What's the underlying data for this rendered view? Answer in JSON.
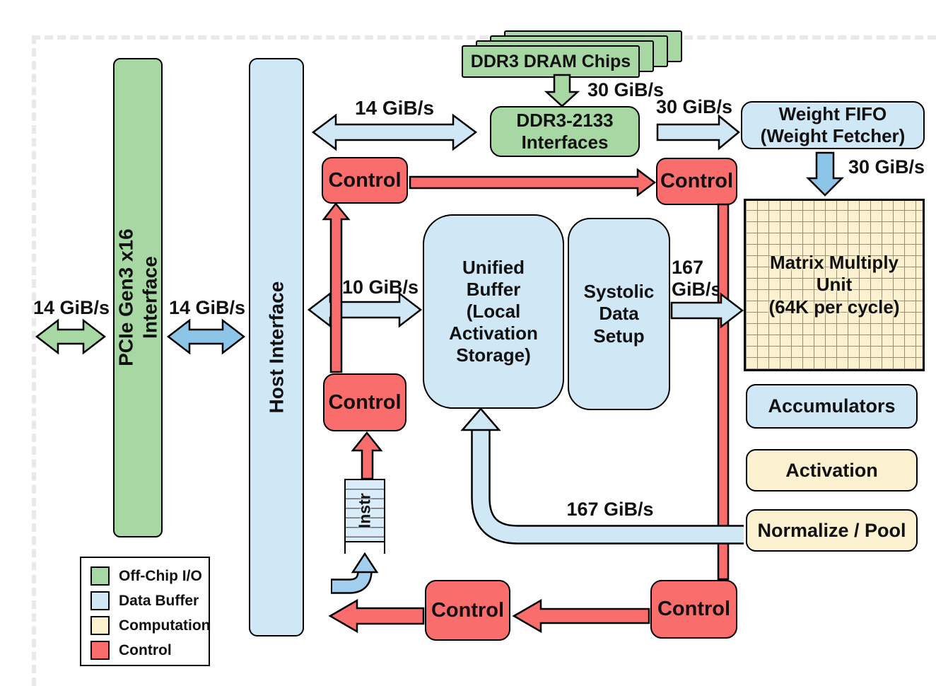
{
  "nodes": {
    "pcie": {
      "lines": [
        "PCIe Gen3 x16",
        "Interface"
      ]
    },
    "host": {
      "label": "Host Interface"
    },
    "ddr3_chips": {
      "label": "DDR3 DRAM Chips"
    },
    "ddr3_interfaces": {
      "lines": [
        "DDR3-2133",
        "Interfaces"
      ]
    },
    "weight_fifo": {
      "lines": [
        "Weight FIFO",
        "(Weight Fetcher)"
      ]
    },
    "matrix_multiply": {
      "lines": [
        "Matrix Multiply",
        "Unit",
        "(64K per cycle)"
      ]
    },
    "unified_buffer": {
      "lines": [
        "Unified",
        "Buffer",
        "(Local",
        "Activation",
        "Storage)"
      ]
    },
    "systolic": {
      "lines": [
        "Systolic",
        "Data",
        "Setup"
      ]
    },
    "accumulators": {
      "label": "Accumulators"
    },
    "activation": {
      "label": "Activation"
    },
    "normalize_pool": {
      "label": "Normalize / Pool"
    },
    "instr": {
      "label": "Instr"
    },
    "control": {
      "label": "Control"
    }
  },
  "bandwidths": {
    "pcie_external": "14 GiB/s",
    "pcie_host": "14 GiB/s",
    "host_ddr3": "14 GiB/s",
    "dram_to_ddr3": "30 GiB/s",
    "ddr3_to_fifo": "30 GiB/s",
    "fifo_to_mmu": "30 GiB/s",
    "host_to_ub": "10 GiB/s",
    "sds_to_mmu_line1": "167",
    "sds_to_mmu_line2": "GiB/s",
    "pool_to_ub": "167 GiB/s"
  },
  "legend": {
    "items": [
      {
        "label": "Off-Chip I/O",
        "color": "#a7d7a3"
      },
      {
        "label": "Data Buffer",
        "color": "#d0e7f6"
      },
      {
        "label": "Computation",
        "color": "#fbf1d0"
      },
      {
        "label": "Control",
        "color": "#fa6d6d"
      }
    ]
  },
  "colors": {
    "off_chip_io": "#a7d7a3",
    "data_buffer": "#d0e7f6",
    "computation": "#fbf1d0",
    "control": "#fa6d6d",
    "arrow_blue_medium": "#8cc5e8",
    "arrow_blue_light": "#d0e7f6",
    "arrow_curve_blue": "#a3cfee",
    "outline": "#000000",
    "die_boundary": "#e9e9e9"
  }
}
